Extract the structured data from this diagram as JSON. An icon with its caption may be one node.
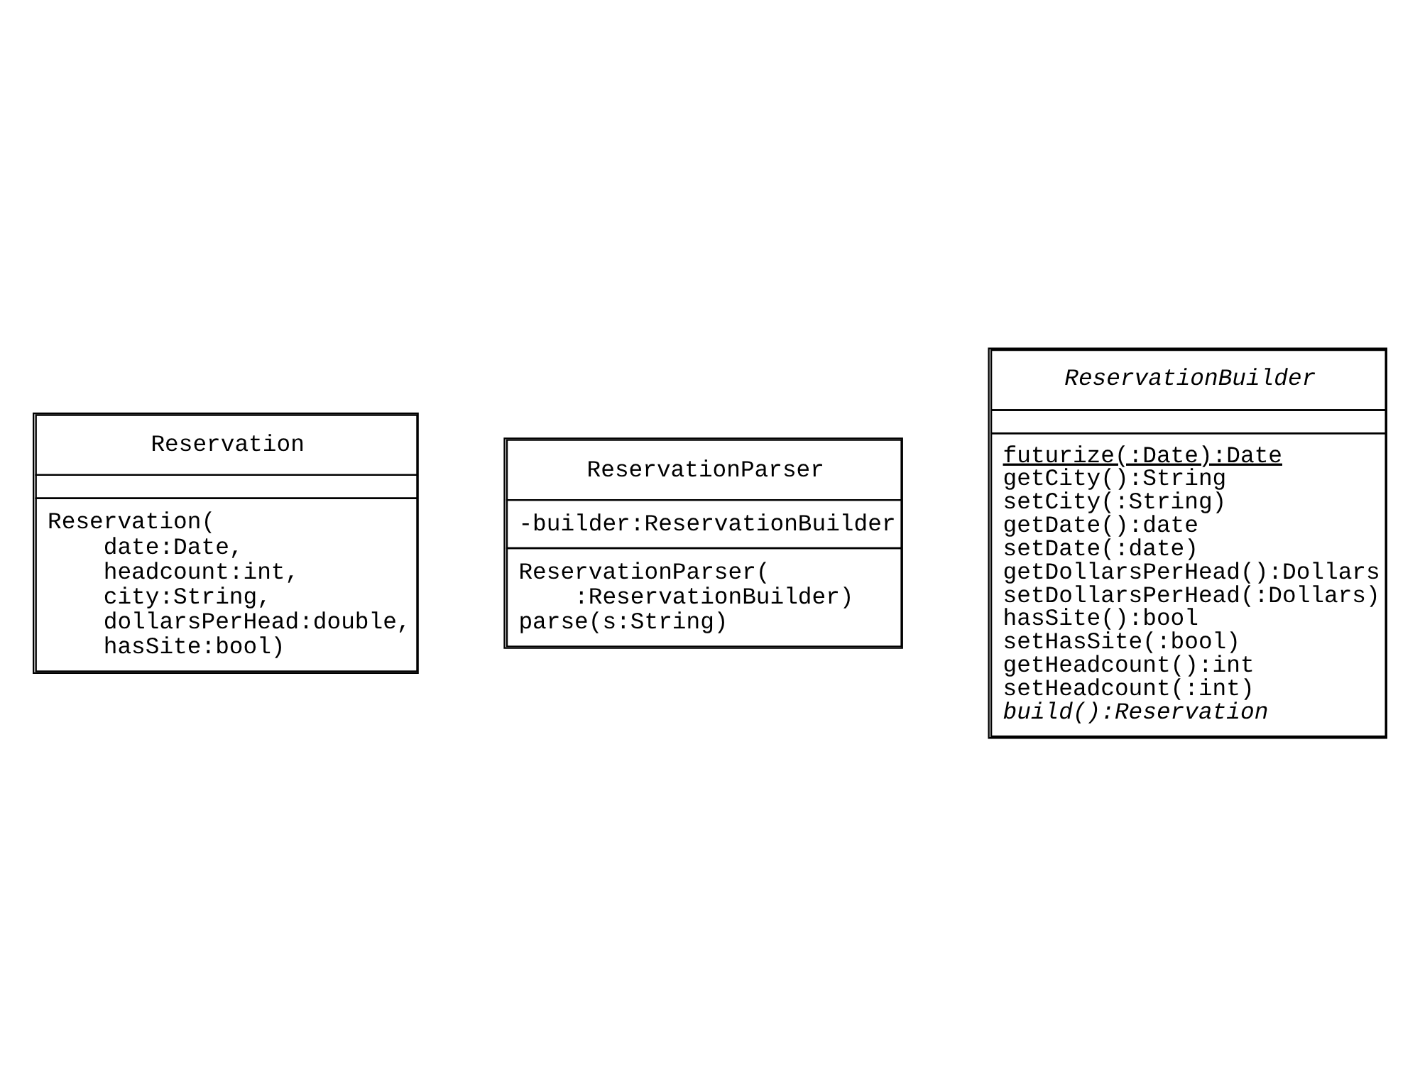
{
  "diagram": {
    "nodes": [
      {
        "text": [
          "Reservation",
          "Reservation( date:Date, headcount:int, city:String, dollarsPerHead:double, hasSite:bool)"
        ]
      },
      {
        "text": [
          "ReservationParser",
          "-builder:ReservationBuilder",
          "ReservationParser( :ReservationBuilder)",
          "parse(s:String)"
        ]
      },
      {
        "text": [
          "ReservationBuilder",
          "futurize(:Date):Date",
          "getCity():String",
          "setCity(:String)",
          "getDate():date",
          "setDate(:date)",
          "getDollarsPerHead():Dollars",
          "setDollarsPerHead(:Dollars)",
          "hasSite():bool",
          "setHasSite(:bool)",
          "getHeadcount():int",
          "setHeadcount(:int)",
          "build():Reservation"
        ]
      }
    ],
    "edges": []
  }
}
